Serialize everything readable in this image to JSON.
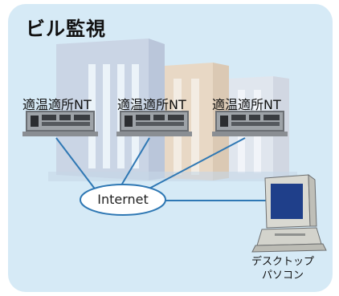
{
  "title": "ビル監視",
  "devices": [
    {
      "label": "適温適所NT"
    },
    {
      "label": "適温適所NT"
    },
    {
      "label": "適温適所NT"
    }
  ],
  "network": {
    "label": "Internet"
  },
  "pc": {
    "label_line1": "デスクトップ",
    "label_line2": "パソコン"
  },
  "colors": {
    "panel": "#d6eaf6",
    "line": "#2f78b4",
    "cloud_border": "#2f78b4"
  }
}
